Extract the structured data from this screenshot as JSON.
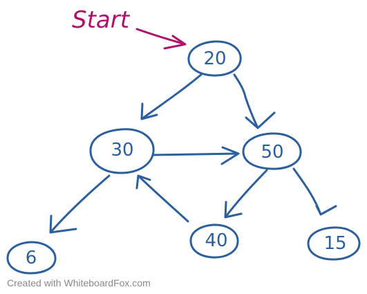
{
  "annotation": {
    "start_label": "Start"
  },
  "nodes": [
    {
      "id": "n20",
      "label": "20"
    },
    {
      "id": "n30",
      "label": "30"
    },
    {
      "id": "n50",
      "label": "50"
    },
    {
      "id": "n6",
      "label": "6"
    },
    {
      "id": "n40",
      "label": "40"
    },
    {
      "id": "n15",
      "label": "15"
    }
  ],
  "edges": [
    {
      "from": "20",
      "to": "30"
    },
    {
      "from": "20",
      "to": "50"
    },
    {
      "from": "30",
      "to": "50"
    },
    {
      "from": "30",
      "to": "6"
    },
    {
      "from": "40",
      "to": "30"
    },
    {
      "from": "50",
      "to": "40"
    },
    {
      "from": "50",
      "to": "15"
    }
  ],
  "colors": {
    "ink_blue": "#2c5f9e",
    "ink_magenta": "#b0126b",
    "watermark_gray": "#8a8a8a"
  },
  "footer": {
    "watermark": "Created with WhiteboardFox.com"
  }
}
